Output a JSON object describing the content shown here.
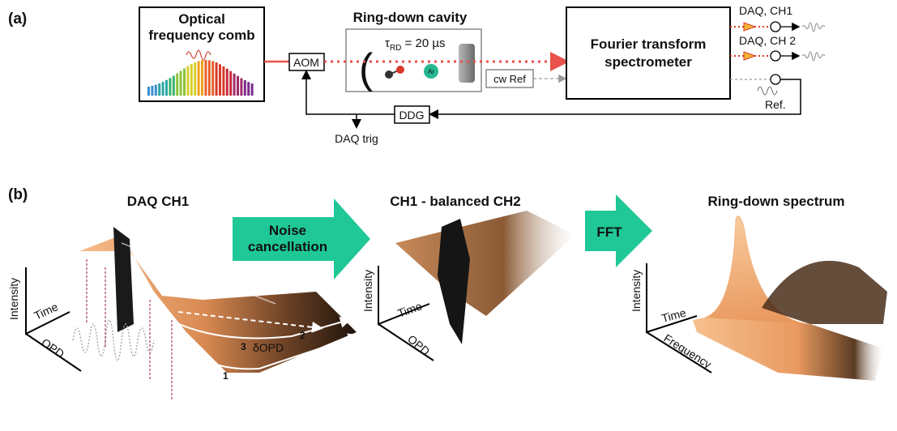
{
  "panel_a": {
    "label": "(a)",
    "comb": {
      "title_line1": "Optical",
      "title_line2": "frequency comb"
    },
    "aom": "AOM",
    "cavity": {
      "title": "Ring-down cavity",
      "tau": "τ",
      "tau_sub": "RD",
      "tau_value": " = 20 µs",
      "argon": "Ar"
    },
    "cw_ref": "cw Ref",
    "spectrometer": {
      "line1": "Fourier transform",
      "line2": "spectrometer"
    },
    "daq_ch1": "DAQ, CH1",
    "daq_ch2": "DAQ, CH 2",
    "ref": "Ref.",
    "ddg": "DDG",
    "daq_trig": "DAQ trig"
  },
  "panel_b": {
    "label": "(b)",
    "plot1": {
      "title": "DAQ CH1",
      "y_axis": "Intensity",
      "time_axis": "Time",
      "opd_axis": "OPD",
      "path_labels": [
        "1",
        "2",
        "3"
      ],
      "delta_opd": "δOPD"
    },
    "arrow1": {
      "line1": "Noise",
      "line2": "cancellation"
    },
    "plot2": {
      "title": "CH1 - balanced CH2",
      "y_axis": "Intensity",
      "time_axis": "Time",
      "opd_axis": "OPD"
    },
    "arrow2": {
      "label": "FFT"
    },
    "plot3": {
      "title": "Ring-down spectrum",
      "y_axis": "Intensity",
      "time_axis": "Time",
      "freq_axis": "Frequency"
    }
  },
  "colors": {
    "laser": "#e8524a",
    "green_arrow": "#1fc896",
    "surface_light": "#f5b27a",
    "surface_dark": "#3a2414",
    "delta_opd": "#1aa87a"
  }
}
